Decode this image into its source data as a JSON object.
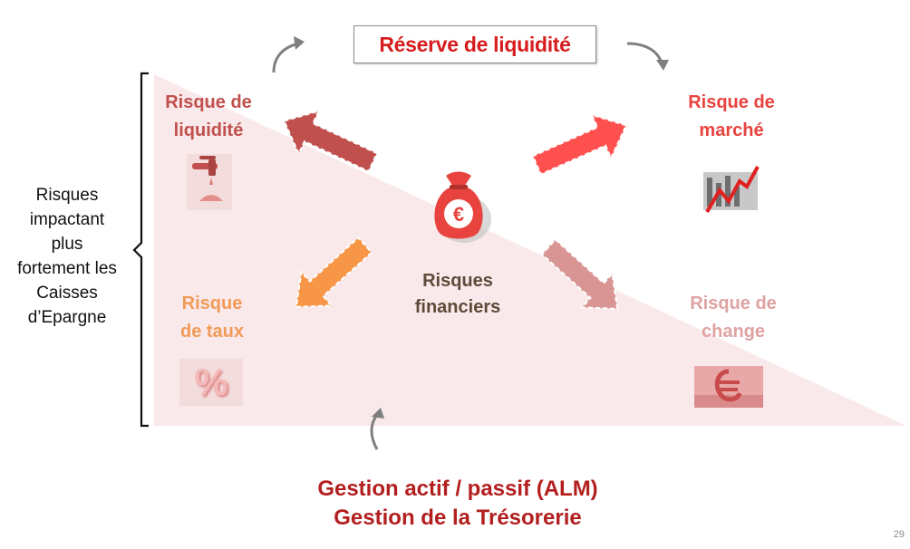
{
  "title": "Réserve de liquidité",
  "side_text": [
    "Risques",
    "impactant",
    "plus",
    "fortement les",
    "Caisses",
    "d’Epargne"
  ],
  "center": {
    "lines": [
      "Risques",
      "financiers"
    ],
    "icon": "euro-money-bag-icon",
    "euro_symbol": "€"
  },
  "risks": {
    "liquidity": {
      "lines": [
        "Risque de",
        "liquidité"
      ],
      "color": "#c0504d",
      "icon": "tap-icon"
    },
    "market": {
      "lines": [
        "Risque de",
        "marché"
      ],
      "color": "#e8433e",
      "icon": "stock-chart-icon"
    },
    "rate": {
      "lines": [
        "Risque",
        "de taux"
      ],
      "color": "#f29a57",
      "icon": "percent-icon",
      "glyph": "%"
    },
    "exchange": {
      "lines": [
        "Risque de",
        "change"
      ],
      "color": "#dfa2a2",
      "icon": "currency-icon"
    }
  },
  "bottom_lines": [
    "Gestion actif / passif (ALM)",
    "Gestion de la Trésorerie"
  ],
  "page_number": "29",
  "colors": {
    "triangle": "#f9e9ea",
    "arrow_liquidity": "#c0504d",
    "arrow_market": "#ff5050",
    "arrow_rate": "#f79646",
    "arrow_exchange": "#d99594",
    "title_text": "#d61c1c",
    "bottom_text": "#b31f1f",
    "center_text": "#5e4a38"
  }
}
